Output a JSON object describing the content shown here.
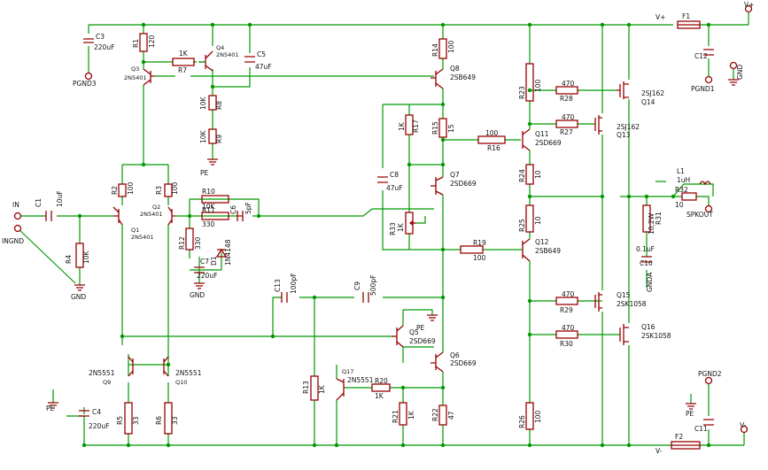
{
  "colors": {
    "wire": "#009900",
    "component": "#990000",
    "text": "#111111",
    "background": "#ffffff"
  },
  "ports": [
    {
      "id": "IN",
      "label": "IN"
    },
    {
      "id": "INGND",
      "label": "INGND"
    },
    {
      "id": "GND1",
      "label": "GND"
    },
    {
      "id": "GND2",
      "label": "GND"
    },
    {
      "id": "PGND3",
      "label": "PGND3"
    },
    {
      "id": "PGND1",
      "label": "PGND1"
    },
    {
      "id": "PGND2",
      "label": "PGND2"
    },
    {
      "id": "GND3",
      "label": "GND"
    },
    {
      "id": "SPKOUT",
      "label": "SPKOUT"
    },
    {
      "id": "VPLUS1",
      "label": "V+"
    },
    {
      "id": "VPLUS2",
      "label": "V+"
    },
    {
      "id": "VMINUS1",
      "label": "V-"
    },
    {
      "id": "VMINUS2",
      "label": "V-"
    },
    {
      "id": "PE1",
      "label": "PE"
    },
    {
      "id": "PE2",
      "label": "PE"
    },
    {
      "id": "PE3",
      "label": "PE"
    },
    {
      "id": "PE4",
      "label": "PE"
    },
    {
      "id": "GNDA",
      "label": "GNDA"
    }
  ],
  "components": [
    {
      "id": "C1",
      "name": "C1",
      "value": "10uF"
    },
    {
      "id": "R4",
      "name": "R4",
      "value": "10K"
    },
    {
      "id": "Q1",
      "name": "Q1",
      "value": "2N5401"
    },
    {
      "id": "Q2",
      "name": "Q2",
      "value": "2N5401"
    },
    {
      "id": "R2",
      "name": "R2",
      "value": "100"
    },
    {
      "id": "R3",
      "name": "R3",
      "value": "100"
    },
    {
      "id": "R10",
      "name": "R10",
      "value": "10K"
    },
    {
      "id": "R11",
      "name": "R11",
      "value": "330"
    },
    {
      "id": "C6",
      "name": "C6",
      "value": "5pF"
    },
    {
      "id": "R12",
      "name": "R12",
      "value": "330"
    },
    {
      "id": "C7",
      "name": "C7",
      "value": "220uF"
    },
    {
      "id": "D1",
      "name": "D1",
      "value": "1N4148"
    },
    {
      "id": "C3",
      "name": "C3",
      "value": "220uF"
    },
    {
      "id": "R1",
      "name": "R1",
      "value": "120"
    },
    {
      "id": "R7",
      "name": "R7",
      "value": "1K"
    },
    {
      "id": "Q3",
      "name": "Q3",
      "value": "2N5401"
    },
    {
      "id": "Q4",
      "name": "Q4",
      "value": "2N5401"
    },
    {
      "id": "C5",
      "name": "C5",
      "value": "47uF"
    },
    {
      "id": "R8",
      "name": "R8",
      "value": "10K"
    },
    {
      "id": "R9",
      "name": "R9",
      "value": "10K"
    },
    {
      "id": "R14",
      "name": "R14",
      "value": "100"
    },
    {
      "id": "Q8",
      "name": "Q8",
      "value": "2SB649"
    },
    {
      "id": "R17",
      "name": "R17",
      "value": "1K"
    },
    {
      "id": "R15",
      "name": "R15",
      "value": "15"
    },
    {
      "id": "C8",
      "name": "C8",
      "value": "47uF"
    },
    {
      "id": "Q7",
      "name": "Q7",
      "value": "2SD669"
    },
    {
      "id": "R33",
      "name": "R33",
      "value": "1K"
    },
    {
      "id": "R19",
      "name": "R19",
      "value": "100"
    },
    {
      "id": "R16",
      "name": "R16",
      "value": "100"
    },
    {
      "id": "Q11",
      "name": "Q11",
      "value": "2SD669"
    },
    {
      "id": "Q12",
      "name": "Q12",
      "value": "2SB649"
    },
    {
      "id": "R23",
      "name": "R23",
      "value": "100"
    },
    {
      "id": "R24",
      "name": "R24",
      "value": "10"
    },
    {
      "id": "R25",
      "name": "R25",
      "value": "10"
    },
    {
      "id": "R26",
      "name": "R26",
      "value": "100"
    },
    {
      "id": "R28",
      "name": "R28",
      "value": "470"
    },
    {
      "id": "R27",
      "name": "R27",
      "value": "470"
    },
    {
      "id": "R29",
      "name": "R29",
      "value": "470"
    },
    {
      "id": "R30",
      "name": "R30",
      "value": "470"
    },
    {
      "id": "Q14",
      "name": "Q14",
      "value": "2SJ162"
    },
    {
      "id": "Q13",
      "name": "Q13",
      "value": "2SJ162"
    },
    {
      "id": "Q15",
      "name": "Q15",
      "value": "2SK1058"
    },
    {
      "id": "Q16",
      "name": "Q16",
      "value": "2SK1058"
    },
    {
      "id": "F1",
      "name": "F1",
      "value": ""
    },
    {
      "id": "F2",
      "name": "F2",
      "value": ""
    },
    {
      "id": "C12",
      "name": "C12",
      "value": ""
    },
    {
      "id": "C11",
      "name": "C11",
      "value": ""
    },
    {
      "id": "L1",
      "name": "L1",
      "value": "1uH"
    },
    {
      "id": "R32",
      "name": "R32",
      "value": "10"
    },
    {
      "id": "R31",
      "name": "R31",
      "value": "10,2W"
    },
    {
      "id": "C10",
      "name": "C10",
      "value": "0.1uF"
    },
    {
      "id": "C13",
      "name": "C13",
      "value": "100pF"
    },
    {
      "id": "C9",
      "name": "C9",
      "value": "500pF"
    },
    {
      "id": "Q5",
      "name": "Q5",
      "value": "2SD669"
    },
    {
      "id": "Q6",
      "name": "Q6",
      "value": "2SD669"
    },
    {
      "id": "Q9",
      "name": "Q9",
      "value": "2N5551"
    },
    {
      "id": "Q10",
      "name": "Q10",
      "value": "2N5551"
    },
    {
      "id": "R5",
      "name": "R5",
      "value": "33"
    },
    {
      "id": "R6",
      "name": "R6",
      "value": "33"
    },
    {
      "id": "C4",
      "name": "C4",
      "value": "220uF"
    },
    {
      "id": "R13",
      "name": "R13",
      "value": "1K"
    },
    {
      "id": "Q17",
      "name": "Q17",
      "value": "2N5551"
    },
    {
      "id": "R20",
      "name": "R20",
      "value": "1K"
    },
    {
      "id": "R21",
      "name": "R21",
      "value": "1K"
    },
    {
      "id": "R22",
      "name": "R22",
      "value": "47"
    }
  ]
}
